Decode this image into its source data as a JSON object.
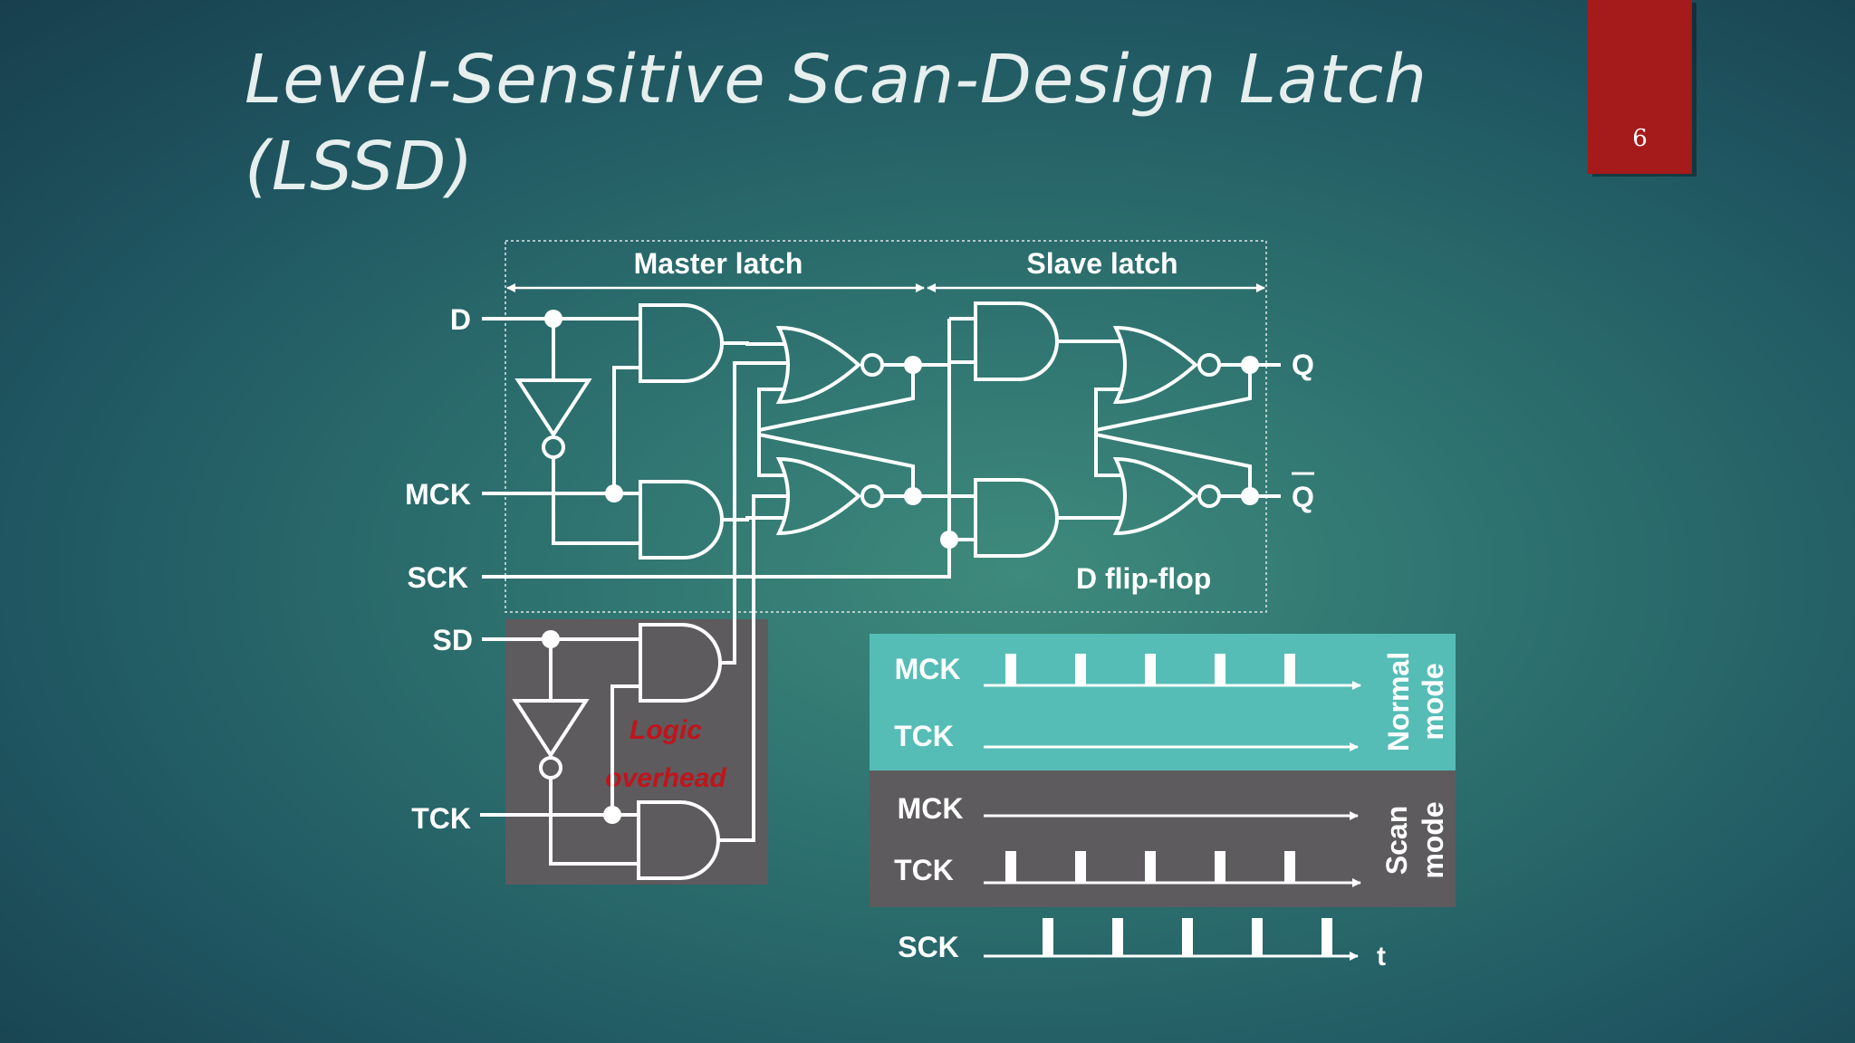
{
  "slide": {
    "title_line1": "Level-Sensitive Scan-Design Latch",
    "title_line2": "(LSSD)",
    "page_number": "6",
    "accent_color": "#a51a1a"
  },
  "circuit": {
    "master_latch": "Master latch",
    "slave_latch": "Slave latch",
    "inputs": {
      "d": "D",
      "mck": "MCK",
      "sck": "SCK",
      "sd": "SD",
      "tck": "TCK"
    },
    "outputs": {
      "q": "Q",
      "q_bar": "Q"
    },
    "dff_label": "D flip-flop",
    "overhead_line1": "Logic",
    "overhead_line2": "overhead",
    "overhead_color": "#c0141c"
  },
  "timing": {
    "normal": {
      "mck": "MCK",
      "tck": "TCK",
      "mode_line1": "Normal",
      "mode_line2": "mode",
      "color": "#55bdb6"
    },
    "scan": {
      "mck": "MCK",
      "tck": "TCK",
      "mode_line1": "Scan",
      "mode_line2": "mode",
      "color": "#5d5b5d"
    },
    "sck": "SCK",
    "t": "t",
    "pulses_per_line": 5
  }
}
